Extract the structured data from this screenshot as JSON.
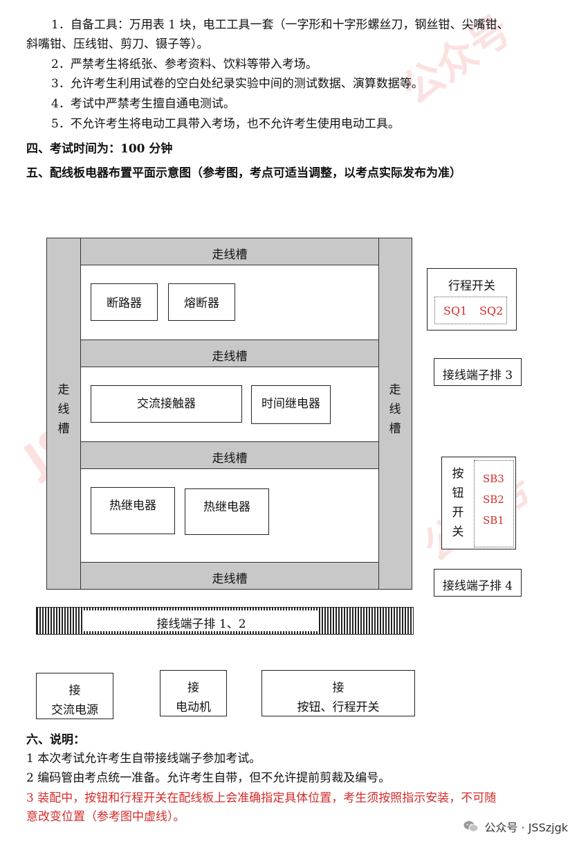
{
  "rules": [
    "1．自备工具：万用表 1 块，电工工具一套（一字形和十字形螺丝刀，钢丝钳、尖嘴钳、",
    "斜嘴钳、压线钳、剪刀、镊子等）。",
    "2．严禁考生将纸张、参考资料、饮料等带入考场。",
    "3．允许考生利用试卷的空白处纪录实验中间的测试数据、演算数据等。",
    "4．考试中严禁考生擅自通电测试。",
    "5．不允许考生将电动工具带入考场，也不允许考生使用电动工具。"
  ],
  "section4": "四、考试时间为：100 分钟",
  "section5": "五、配线板电器布置平面示意图（参考图，考点可适当调整，以考点实际发布为准）",
  "diagram": {
    "trough": "走线槽",
    "trough_v": [
      "走",
      "线",
      "槽"
    ],
    "breaker": "断路器",
    "fuse": "熔断器",
    "contactor": "交流接触器",
    "timer_relay": "时间继电器",
    "thermal_relay_1": "热继电器",
    "thermal_relay_2": "热继电器",
    "limit_switch_title": "行程开关",
    "sq1": "SQ1",
    "sq2": "SQ2",
    "terminal_3": "接线端子排 3",
    "button_switch_v": [
      "按",
      "钮",
      "开",
      "关"
    ],
    "sb3": "SB3",
    "sb2": "SB2",
    "sb1": "SB1",
    "terminal_4": "接线端子排 4",
    "terminal_12": "接线端子排 1、2",
    "conn_ac_1": "接",
    "conn_ac_2": "交流电源",
    "conn_motor_1": "接",
    "conn_motor_2": "电动机",
    "conn_btn_1": "接",
    "conn_btn_2": "按钮、行程开关"
  },
  "section6": "六、说明：",
  "notes": [
    "1  本次考试允许考生自带接线端子参加考试。",
    "2  编码管由考点统一准备。允许考生自带，但不允许提前剪裁及编号。",
    "3  装配中，按钮和行程开关在配线板上会准确指定具体位置，考生须按照指示安装，不可随",
    "意改变位置（参考图中虚线）。"
  ],
  "watermark": "JSSzjgk",
  "watermark2": "公众号",
  "footer": {
    "text": "公众号 · JSSzjgk",
    "icon": "wechat-icon"
  },
  "colors": {
    "red": "#d42a2a",
    "trough_gray": "#c8c8c8"
  }
}
